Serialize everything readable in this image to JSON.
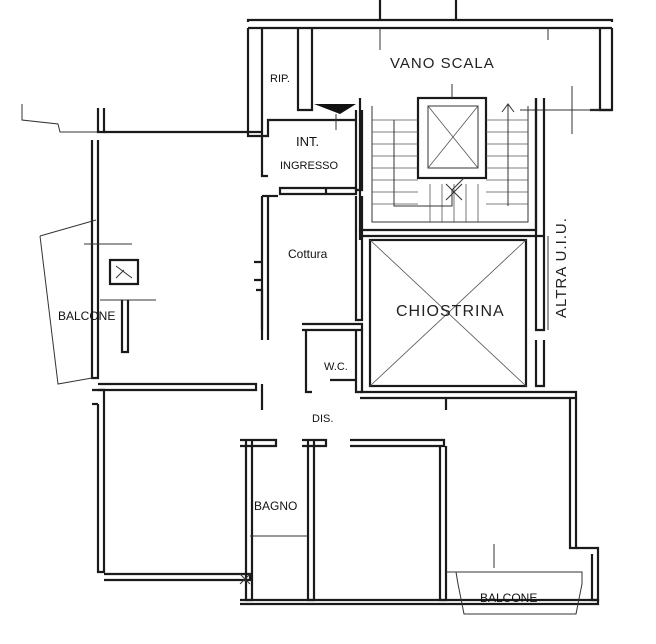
{
  "plan": {
    "rooms": {
      "rip": "RIP.",
      "vano_scala": "VANO SCALA",
      "int": "INT.",
      "ingresso": "INGRESSO",
      "cottura": "Cottura",
      "chiostrina": "CHIOSTRINA",
      "altra_uiu": "ALTRA U.I.U.",
      "balcone_left": "BALCONE",
      "wc": "W.C.",
      "dis": "DIS.",
      "bagno": "BAGNO",
      "balcone_bottom": "BALCONE"
    }
  }
}
